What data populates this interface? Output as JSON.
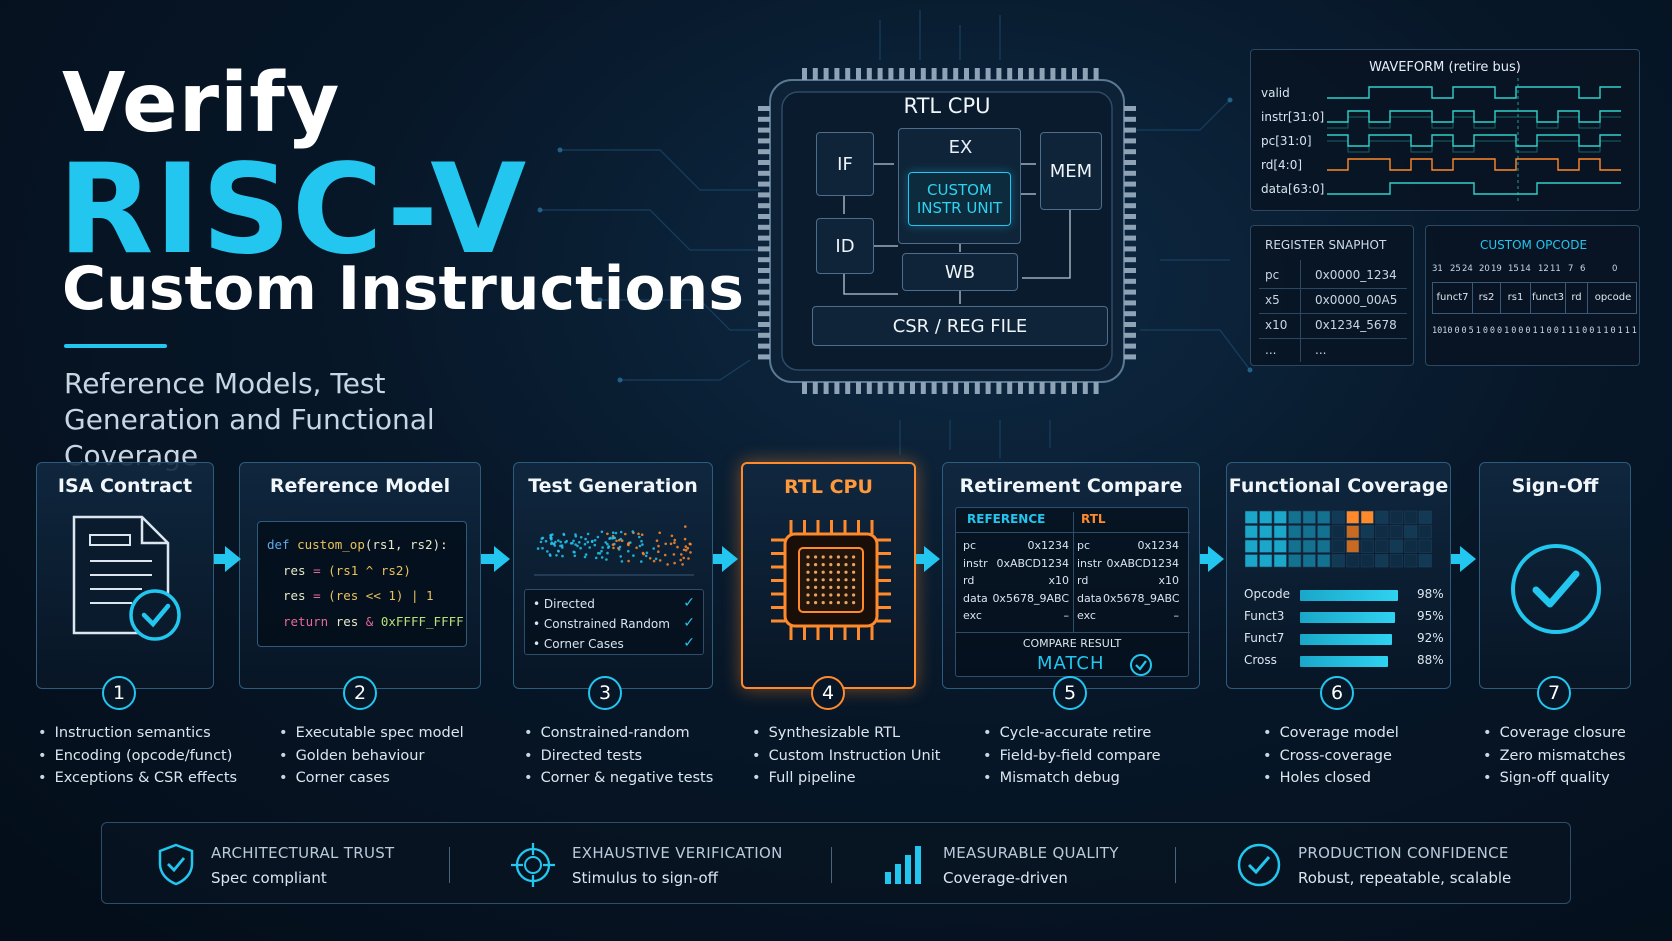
{
  "title": {
    "line1": "Verify",
    "line2": "RISC-V",
    "line3": "Custom Instructions",
    "subtitle": "Reference Models, Test Generation and Functional Coverage"
  },
  "chip": {
    "title": "RTL CPU",
    "blocks": {
      "if": "IF",
      "id": "ID",
      "ex": "EX",
      "custom": "CUSTOM INSTR UNIT",
      "mem": "MEM",
      "wb": "WB",
      "csr": "CSR / REG FILE"
    }
  },
  "waveform": {
    "title": "WAVEFORM (retire bus)",
    "signals": [
      "valid",
      "instr[31:0]",
      "pc[31:0]",
      "rd[4:0]",
      "data[63:0]"
    ],
    "colors": [
      "#2fd2c9",
      "#2fd2c9",
      "#2fd2c9",
      "#ff8a2b",
      "#2fd2c9"
    ]
  },
  "register_snapshot": {
    "title": "REGISTER SNAPHOT",
    "rows": [
      {
        "reg": "pc",
        "val": "0x0000_1234"
      },
      {
        "reg": "x5",
        "val": "0x0000_00A5"
      },
      {
        "reg": "x10",
        "val": "0x1234_5678"
      },
      {
        "reg": "...",
        "val": "..."
      }
    ]
  },
  "custom_opcode": {
    "title": "CUSTOM OPCODE",
    "bit_positions": [
      "31",
      "25",
      "24",
      "20",
      "19",
      "15",
      "14",
      "12",
      "11",
      "7",
      "6",
      "0"
    ],
    "fields": [
      "funct7",
      "rs2",
      "rs1",
      "funct3",
      "rd",
      "opcode"
    ],
    "bits": [
      "1010",
      "0",
      "0",
      "5",
      "1",
      "0",
      "0",
      "0",
      "1",
      "0",
      "0",
      "0",
      "1",
      "1",
      "0",
      "0",
      "1",
      "1",
      "1",
      "0",
      "0",
      "1",
      "1",
      "0",
      "1",
      "1",
      "1"
    ]
  },
  "stages": [
    {
      "num": "1",
      "title": "ISA Contract",
      "bullets": [
        "Instruction semantics",
        "Encoding (opcode/funct)",
        "Exceptions & CSR effects"
      ]
    },
    {
      "num": "2",
      "title": "Reference Model",
      "bullets": [
        "Executable spec model",
        "Golden behaviour",
        "Corner cases"
      ]
    },
    {
      "num": "3",
      "title": "Test Generation",
      "bullets": [
        "Constrained-random",
        "Directed tests",
        "Corner & negative tests"
      ]
    },
    {
      "num": "4",
      "title": "RTL CPU",
      "bullets": [
        "Synthesizable RTL",
        "Custom Instruction Unit",
        "Full pipeline"
      ]
    },
    {
      "num": "5",
      "title": "Retirement Compare",
      "bullets": [
        "Cycle-accurate retire",
        "Field-by-field compare",
        "Mismatch debug"
      ]
    },
    {
      "num": "6",
      "title": "Functional Coverage",
      "bullets": [
        "Coverage model",
        "Cross-coverage",
        "Holes closed"
      ]
    },
    {
      "num": "7",
      "title": "Sign-Off",
      "bullets": [
        "Coverage closure",
        "Zero mismatches",
        "Sign-off quality"
      ]
    }
  ],
  "code": {
    "line1": {
      "kw": "def",
      "fn": "custom_op",
      "args": "(rs1, rs2):"
    },
    "line2": {
      "v": "res",
      "op": "=",
      "rest": "(rs1 ^ rs2)"
    },
    "line3": {
      "v": "res",
      "op": "=",
      "rest": "(res << 1) | 1"
    },
    "line4": {
      "kw": "return",
      "v": "res",
      "op": "&",
      "num": "0xFFFF_FFFF"
    }
  },
  "test_types": [
    {
      "label": "Directed",
      "tick": "✓"
    },
    {
      "label": "Constrained Random",
      "tick": "✓"
    },
    {
      "label": "Corner Cases",
      "tick": "✓"
    }
  ],
  "compare": {
    "ref_header": "REFERENCE",
    "rtl_header": "RTL",
    "rows": [
      {
        "f": "pc",
        "ref": "0x1234",
        "rtl": "0x1234"
      },
      {
        "f": "instr",
        "ref": "0xABCD1234",
        "rtl": "0xABCD1234"
      },
      {
        "f": "rd",
        "ref": "x10",
        "rtl": "x10"
      },
      {
        "f": "data",
        "ref": "0x5678_9ABC",
        "rtl": "0x5678_9ABC"
      },
      {
        "f": "exc",
        "ref": "–",
        "rtl": "–"
      }
    ],
    "result_label": "COMPARE RESULT",
    "result": "MATCH"
  },
  "coverage": {
    "metrics": [
      {
        "label": "Opcode",
        "pct": "98%",
        "value": 0.98
      },
      {
        "label": "Funct3",
        "pct": "95%",
        "value": 0.95
      },
      {
        "label": "Funct7",
        "pct": "92%",
        "value": 0.92
      },
      {
        "label": "Cross",
        "pct": "88%",
        "value": 0.88
      }
    ]
  },
  "benefits": [
    {
      "icon": "shield-check-icon",
      "title": "ARCHITECTURAL TRUST",
      "desc": "Spec compliant"
    },
    {
      "icon": "crosshair-icon",
      "title": "EXHAUSTIVE VERIFICATION",
      "desc": "Stimulus to sign-off"
    },
    {
      "icon": "bar-chart-icon",
      "title": "MEASURABLE QUALITY",
      "desc": "Coverage-driven"
    },
    {
      "icon": "check-circle-icon",
      "title": "PRODUCTION CONFIDENCE",
      "desc": "Robust, repeatable, scalable"
    }
  ],
  "colors": {
    "accent": "#22c6ee",
    "highlight": "#ff8a2b",
    "background": "#071728"
  }
}
